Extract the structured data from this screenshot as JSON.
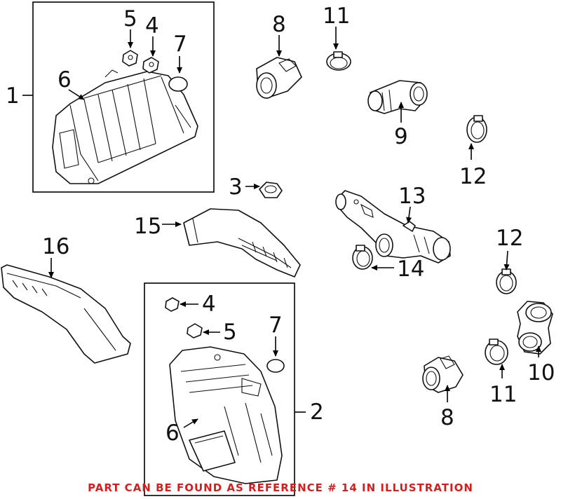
{
  "callouts": {
    "c1": "1",
    "c2": "2",
    "c3": "3",
    "c4_top": "4",
    "c4_bottom": "4",
    "c5_top": "5",
    "c5_bottom": "5",
    "c6_top": "6",
    "c6_bottom": "6",
    "c7_top": "7",
    "c7_bottom": "7",
    "c8_top": "8",
    "c8_bottom": "8",
    "c9": "9",
    "c10": "10",
    "c11_top": "11",
    "c11_bottom": "11",
    "c12_top": "12",
    "c12_bottom": "12",
    "c13": "13",
    "c14": "14",
    "c15": "15",
    "c16": "16"
  },
  "footer": {
    "note": "PART CAN BE FOUND AS REFERENCE # 14 IN ILLUSTRATION",
    "color": "#d21f1f"
  }
}
